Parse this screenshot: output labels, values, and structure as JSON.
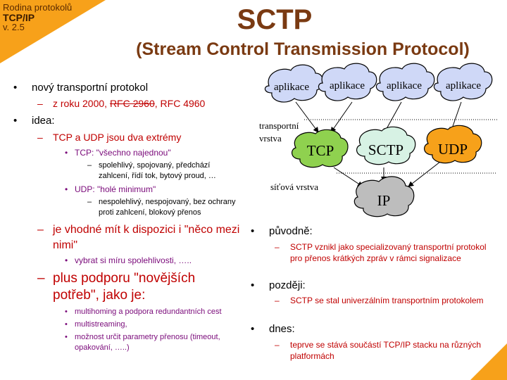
{
  "corner": {
    "line1": "Rodina protokolů",
    "line2": "TCP/IP",
    "line3": "v. 2.5"
  },
  "title": {
    "main": "SCTP",
    "sub": "(Stream Control Transmission Protocol)"
  },
  "left": {
    "b1": "nový transportní protokol",
    "b1_sub_pre": "z roku 2000, ",
    "b1_sub_strike": "RFC 2960",
    "b1_sub_post": ", RFC 4960",
    "b2": "idea:",
    "b2_sub1": "TCP a  UDP jsou dva extrémy",
    "tcp_label": "TCP: \"všechno najednou\"",
    "tcp_desc": "spolehlivý, spojovaný, předchází zahlcení, řídí tok, bytový proud, …",
    "udp_label": "UDP: \"holé minimum\"",
    "udp_desc": "nespolehlivý, nespojovaný, bez ochrany proti zahlcení, blokový přenos",
    "middle": "je vhodné mít k dispozici i \"něco mezi nimi\"",
    "middle_sub": "vybrat si míru spolehlivosti, …..",
    "plus": "plus podporu \"novějších potřeb\", jako je:",
    "needs": [
      "multihoming a podpora redundantních cest",
      "multistreaming,",
      "možnost určit parametry přenosu (timeout, opakování, …..)"
    ]
  },
  "right": {
    "orig": "původně:",
    "orig_sub": "SCTP vznikl jako specializovaný transportní protokol pro přenos krátkých zpráv v rámci signalizace",
    "later": "později:",
    "later_sub": "SCTP se stal univerzálním transportním protokolem",
    "today": "dnes:",
    "today_sub": "teprve se stává součástí TCP/IP stacku na různých platformách"
  },
  "diagram": {
    "apps": [
      "aplikace",
      "aplikace",
      "aplikace",
      "aplikace"
    ],
    "transport_label_1": "transportní",
    "transport_label_2": "vrstva",
    "network_label": "síťová vrstva",
    "tcp": "TCP",
    "sctp": "SCTP",
    "udp": "UDP",
    "ip": "IP",
    "colors": {
      "tcp": "#8fd14f",
      "sctp": "#d7f2e4",
      "udp": "#f7a11a",
      "ip": "#bdbdbd",
      "app": "#cfd8f7"
    }
  }
}
